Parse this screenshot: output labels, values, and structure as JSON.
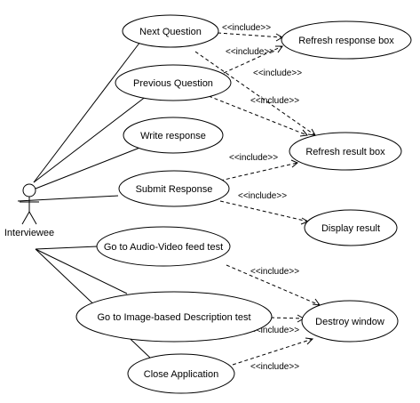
{
  "actor": {
    "name": "Interviewee"
  },
  "use_cases": {
    "next_question": "Next Question",
    "previous_question": "Previous Question",
    "write_response": "Write response",
    "submit_response": "Submit Response",
    "audio_video_test": "Go to Audio-Video feed test",
    "image_description_test": "Go to Image-based Description test",
    "close_application": "Close Application",
    "refresh_response_box": "Refresh response box",
    "refresh_result_box": "Refresh result box",
    "display_result": "Display result",
    "destroy_window": "Destroy window"
  },
  "include_label": "<<include>>",
  "associations": [
    [
      "actor",
      "next_question"
    ],
    [
      "actor",
      "previous_question"
    ],
    [
      "actor",
      "write_response"
    ],
    [
      "actor",
      "submit_response"
    ],
    [
      "actor",
      "audio_video_test"
    ],
    [
      "actor",
      "image_description_test"
    ],
    [
      "actor",
      "close_application"
    ]
  ],
  "includes": [
    [
      "next_question",
      "refresh_response_box"
    ],
    [
      "previous_question",
      "refresh_response_box"
    ],
    [
      "next_question",
      "refresh_result_box"
    ],
    [
      "previous_question",
      "refresh_result_box"
    ],
    [
      "submit_response",
      "refresh_result_box"
    ],
    [
      "submit_response",
      "display_result"
    ],
    [
      "audio_video_test",
      "destroy_window"
    ],
    [
      "image_description_test",
      "destroy_window"
    ],
    [
      "close_application",
      "destroy_window"
    ]
  ]
}
